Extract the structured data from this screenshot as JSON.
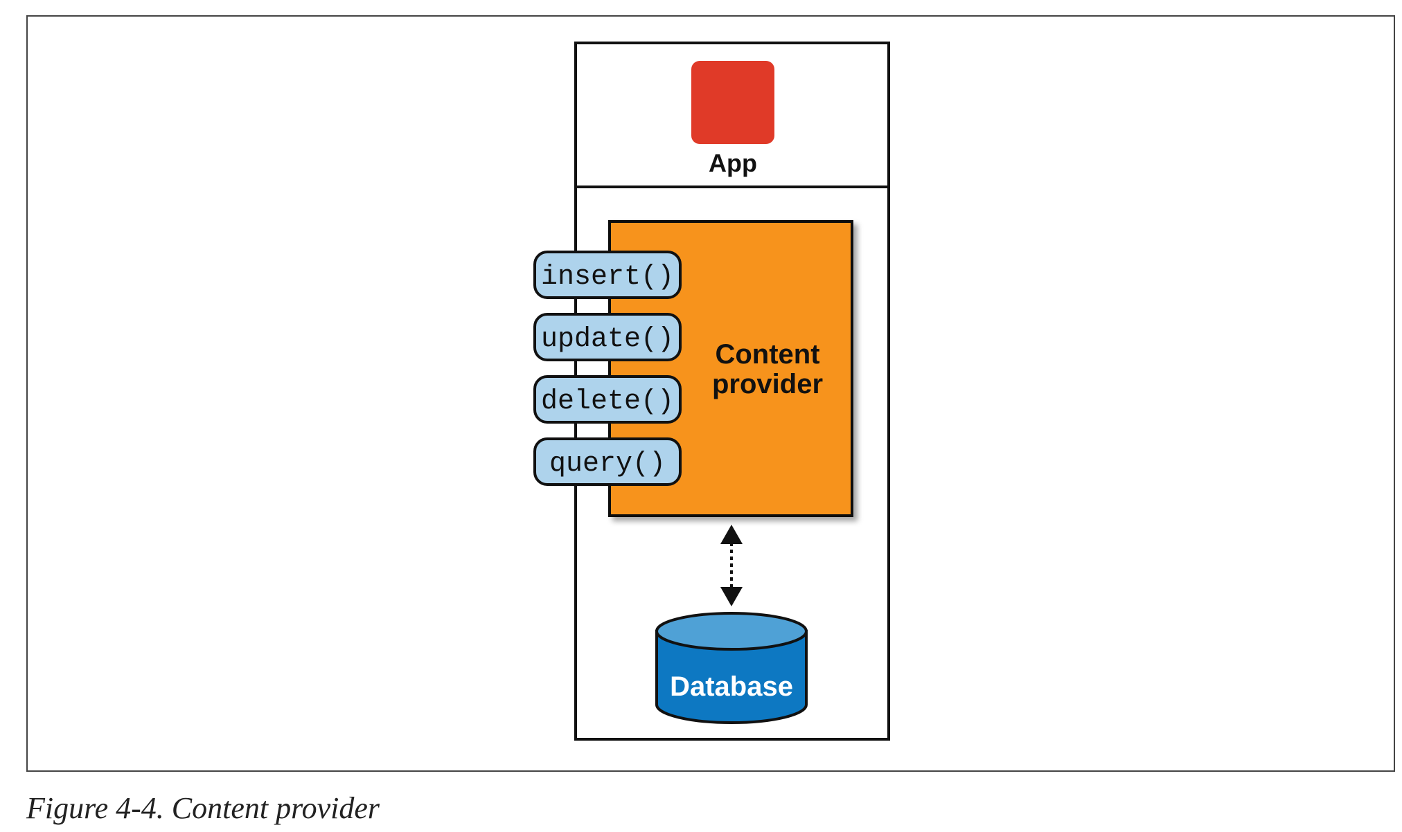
{
  "figure": {
    "caption": "Figure 4-4. Content provider"
  },
  "diagram": {
    "app_label": "App",
    "provider_label_line1": "Content",
    "provider_label_line2": "provider",
    "methods": [
      "insert()",
      "update()",
      "delete()",
      "query()"
    ],
    "database_label": "Database"
  },
  "colors": {
    "app_icon": "#e03a28",
    "provider_fill": "#f7931e",
    "method_fill": "#aed3ec",
    "database_fill": "#0d78c2",
    "database_top": "#4fa1d6"
  }
}
